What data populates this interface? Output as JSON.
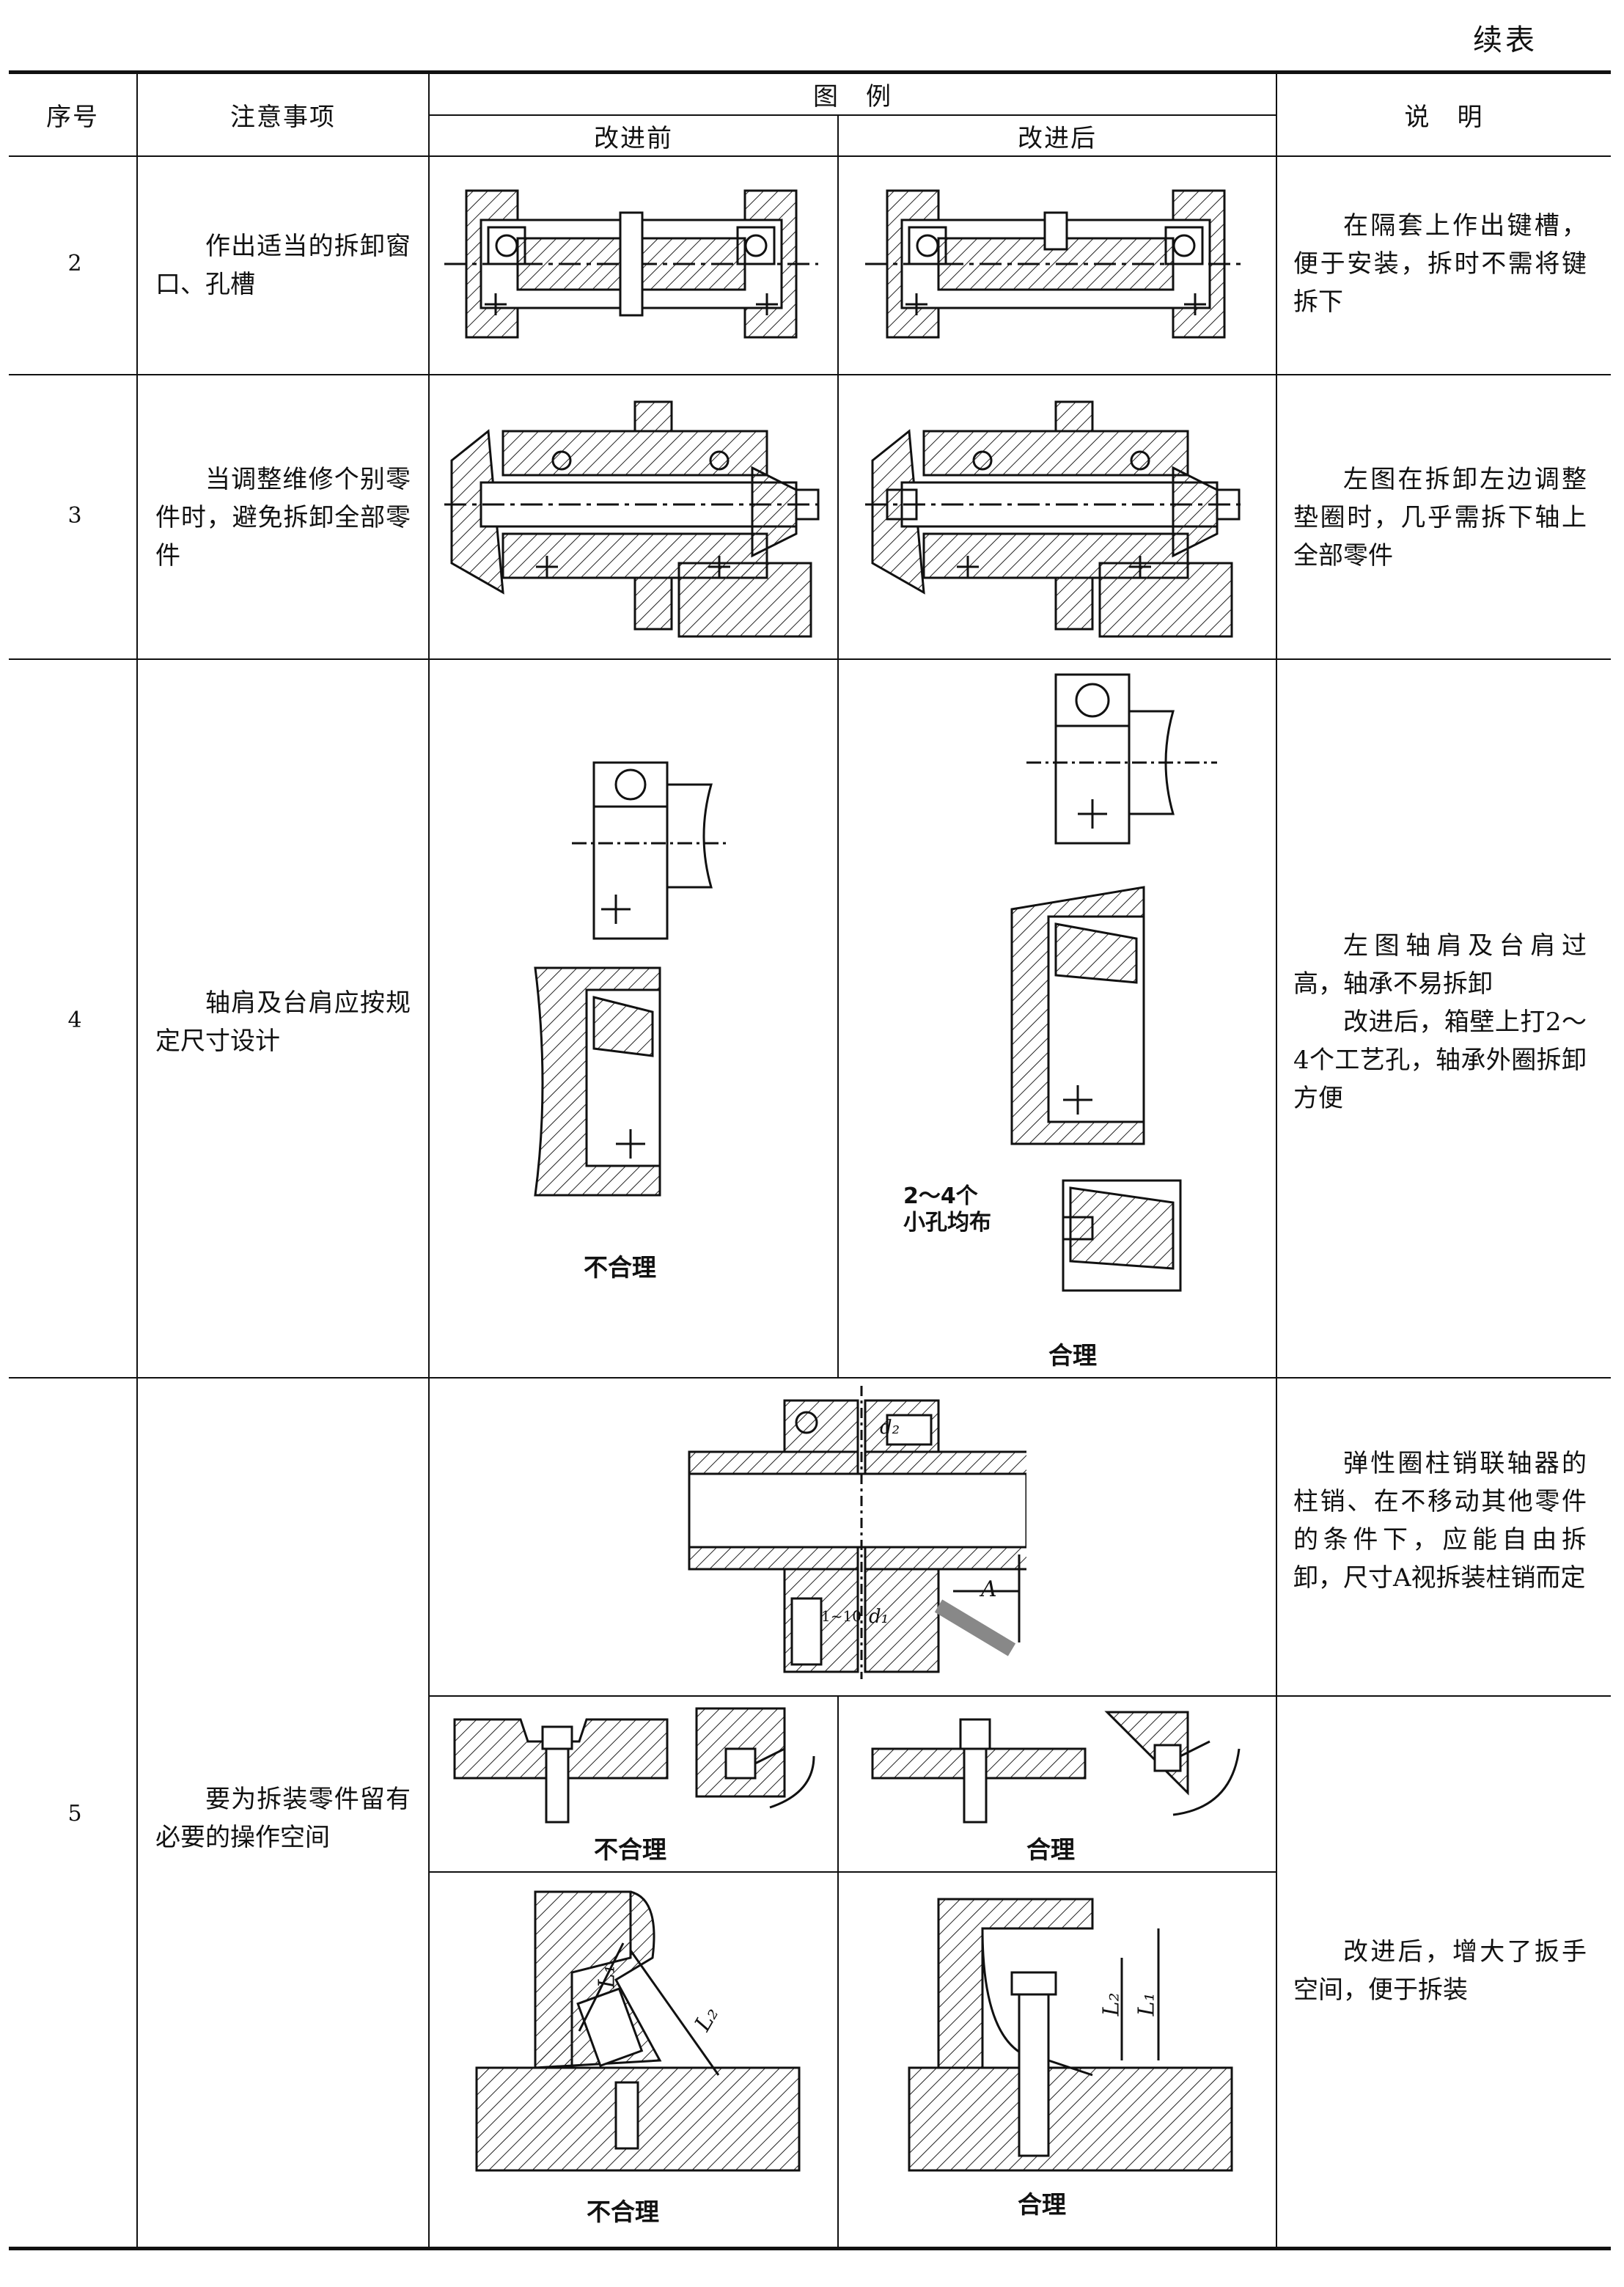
{
  "continued_label": "续表",
  "headers": {
    "no": "序号",
    "item": "注意事项",
    "figure": "图　例",
    "before": "改进前",
    "after": "改进后",
    "explain": "说　明"
  },
  "rows": [
    {
      "no": "2",
      "item": "作出适当的拆卸窗口、孔槽",
      "explain": "在隔套上作出键槽，便于安装，拆时不需将键拆下"
    },
    {
      "no": "3",
      "item": "当调整维修个别零件时，避免拆卸全部零件",
      "explain": "左图在拆卸左边调整垫圈时，几乎需拆下轴上全部零件"
    },
    {
      "no": "4",
      "item": "轴肩及台肩应按规定尺寸设计",
      "explain_1": "左图轴肩及台肩过高，轴承不易拆卸",
      "explain_2": "改进后，箱壁上打2～4个工艺孔，轴承外圈拆卸方便"
    },
    {
      "no": "5",
      "item": "要为拆装零件留有必要的操作空间",
      "explain_1": "弹性圈柱销联轴器的柱销、在不移动其他零件的条件下，应能自由拆卸，尺寸A视拆装柱销而定",
      "explain_2": "改进后，增大了扳手空间，便于拆装"
    }
  ],
  "captions": {
    "bad": "不合理",
    "good": "合理",
    "holes": "2～4个\n小孔均布"
  },
  "dim_labels": {
    "A": "A",
    "d1": "d₁",
    "d2": "d₂",
    "gap": "1~10",
    "L1": "L₁",
    "L2": "L₂"
  }
}
